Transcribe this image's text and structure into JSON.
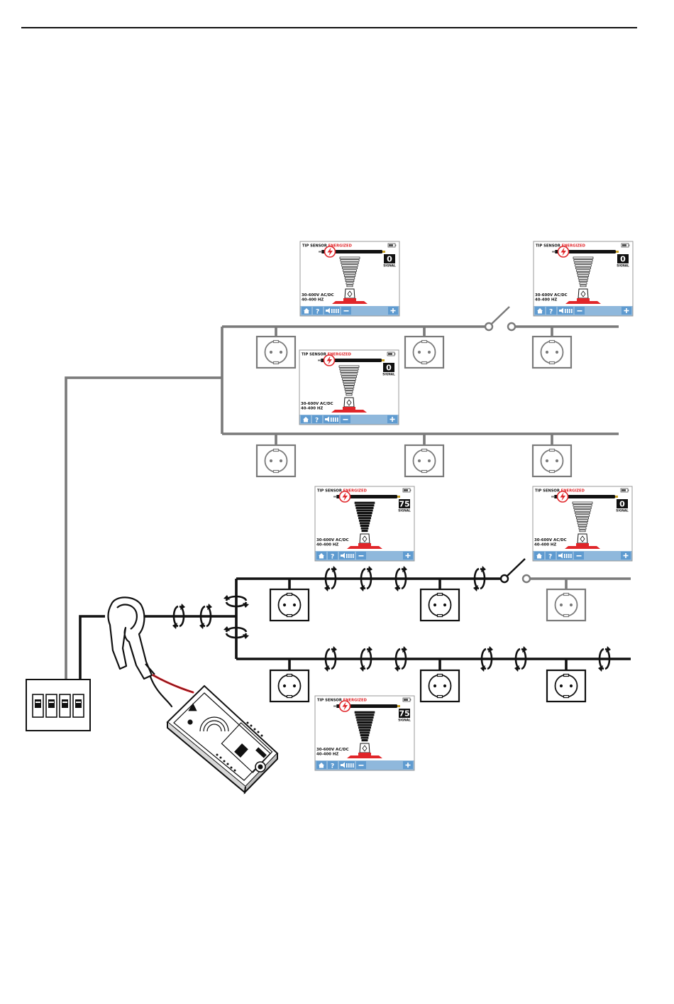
{
  "screens": [
    {
      "id": "upper-1",
      "title_prefix": "TIP SENSOR ",
      "title_state": "ENERGIZED",
      "value": "0",
      "value_label": "SIGNAL",
      "spec_voltage": "30-600V AC/DC",
      "spec_freq": "40-400 HZ",
      "bars_filled": false
    },
    {
      "id": "upper-2",
      "title_prefix": "TIP SENSOR ",
      "title_state": "ENERGIZED",
      "value": "0",
      "value_label": "SIGNAL",
      "spec_voltage": "30-600V AC/DC",
      "spec_freq": "40-400 HZ",
      "bars_filled": false
    },
    {
      "id": "upper-3",
      "title_prefix": "TIP SENSOR ",
      "title_state": "ENERGIZED",
      "value": "0",
      "value_label": "SIGNAL",
      "spec_voltage": "30-600V AC/DC",
      "spec_freq": "40-400 HZ",
      "bars_filled": false
    },
    {
      "id": "lower-1",
      "title_prefix": "TIP SENSOR ",
      "title_state": "ENERGIZED",
      "value": "75",
      "value_label": "SIGNAL",
      "spec_voltage": "30-600V AC/DC",
      "spec_freq": "40-400 HZ",
      "bars_filled": true
    },
    {
      "id": "lower-2",
      "title_prefix": "TIP SENSOR ",
      "title_state": "ENERGIZED",
      "value": "0",
      "value_label": "SIGNAL",
      "spec_voltage": "30-600V AC/DC",
      "spec_freq": "40-400 HZ",
      "bars_filled": false
    },
    {
      "id": "lower-3",
      "title_prefix": "TIP SENSOR ",
      "title_state": "ENERGIZED",
      "value": "75",
      "value_label": "SIGNAL",
      "spec_voltage": "30-600V AC/DC",
      "spec_freq": "40-400 HZ",
      "bars_filled": true
    }
  ],
  "colors": {
    "inactive_wire": "#7a7a7a",
    "active_wire": "#111111",
    "screen_toolbar": "#8fb8dc",
    "screen_button": "#5f9bd0",
    "energized_red": "#e0262a",
    "lead_red": "#d21f26"
  },
  "icons": [
    "home-icon",
    "help-icon",
    "volume-icon",
    "minus-icon",
    "plus-icon",
    "lightning-icon",
    "receptacle-icon",
    "breaker-panel-icon",
    "clamp-icon",
    "transmitter-icon",
    "switch-icon",
    "signal-arrow-icon"
  ]
}
